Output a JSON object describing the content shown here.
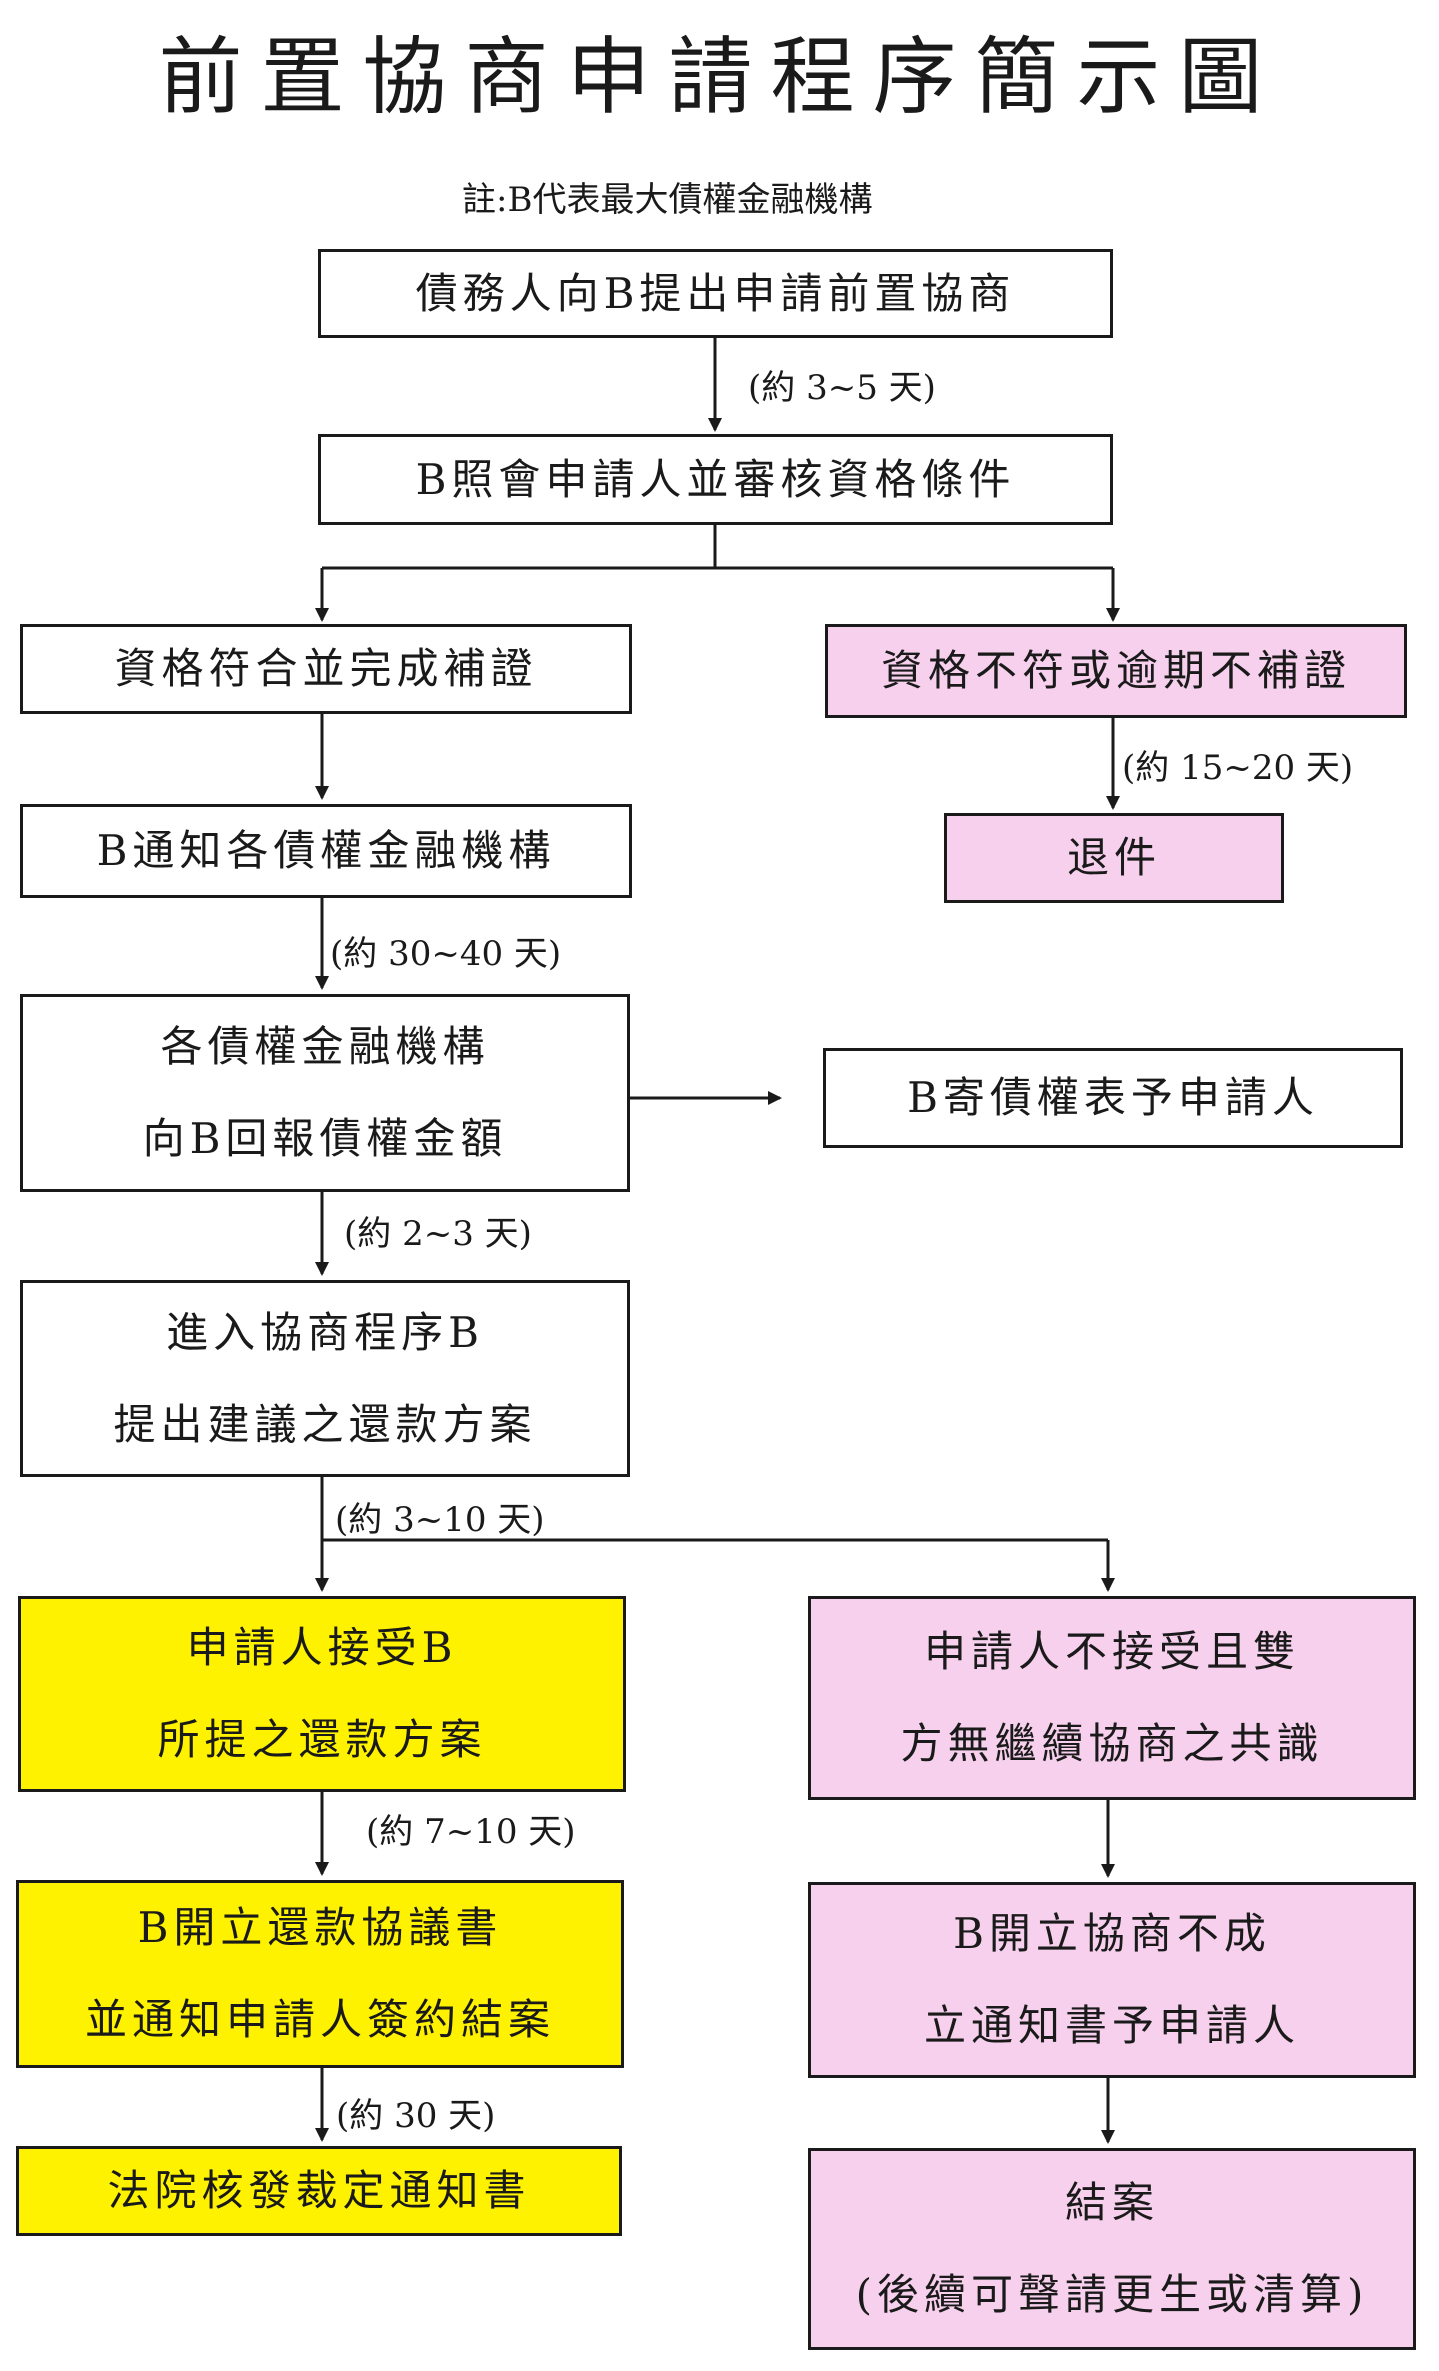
{
  "title": "前置協商申請程序簡示圖",
  "note": "註:B代表最大債權金融機構",
  "nodes": {
    "apply": "債務人向B提出申請前置協商",
    "review": "B照會申請人並審核資格條件",
    "eligible": "資格符合並完成補證",
    "ineligible": "資格不符或逾期不補證",
    "notify_banks": "B通知各債權金融機構",
    "returned": "退件",
    "report_line1": "各債權金融機構",
    "report_line2": "向B回報債權金額",
    "send_table": "B寄債權表予申請人",
    "negotiate_line1": "進入協商程序B",
    "negotiate_line2": "提出建議之還款方案",
    "accept_line1": "申請人接受B",
    "accept_line2": "所提之還款方案",
    "reject_line1": "申請人不接受且雙",
    "reject_line2": "方無繼續協商之共識",
    "agreement_line1": "B開立還款協議書",
    "agreement_line2": "並通知申請人簽約結案",
    "fail_notice_line1": "B開立協商不成",
    "fail_notice_line2": "立通知書予申請人",
    "court": "法院核發裁定通知書",
    "close_line1": "結案",
    "close_line2": "(後續可聲請更生或清算)"
  },
  "durations": {
    "d1": "(約 3~5 天)",
    "d2": "(約 15~20 天)",
    "d3": "(約 30~40 天)",
    "d4": "(約 2~3 天)",
    "d5": "(約 3~10 天)",
    "d6": "(約 7~10 天)",
    "d7": "(約 30 天)"
  },
  "colors": {
    "pink": "#f6d0ec",
    "yellow": "#fff200",
    "line": "#1a1a1a"
  }
}
